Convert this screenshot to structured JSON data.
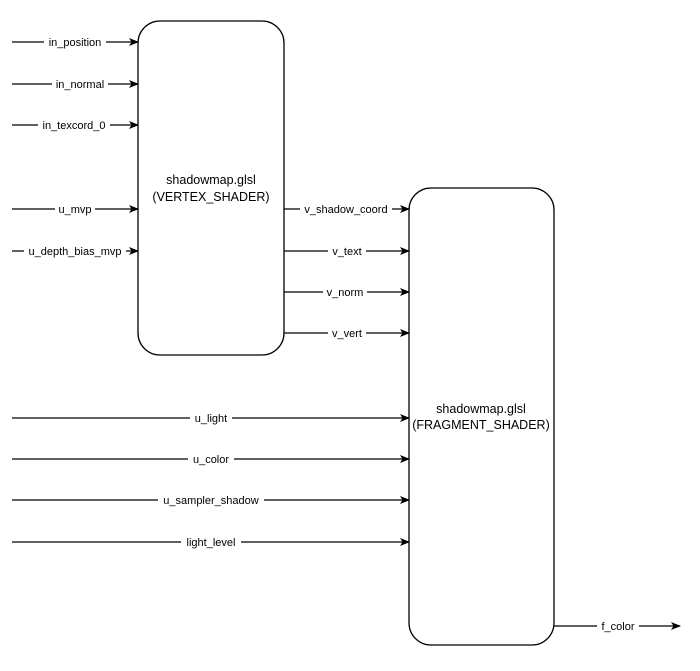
{
  "vertex_shader": {
    "name": "shadowmap.glsl",
    "type": "(VERTEX_SHADER)",
    "inputs": [
      "in_position",
      "in_normal",
      "in_texcord_0",
      "u_mvp",
      "u_depth_bias_mvp"
    ]
  },
  "fragment_shader": {
    "name": "shadowmap.glsl",
    "type": "(FRAGMENT_SHADER)",
    "inputs": [
      "u_light",
      "u_color",
      "u_sampler_shadow",
      "light_level"
    ],
    "outputs": [
      "f_color"
    ]
  },
  "varyings": [
    "v_shadow_coord",
    "v_text",
    "v_norm",
    "v_vert"
  ]
}
